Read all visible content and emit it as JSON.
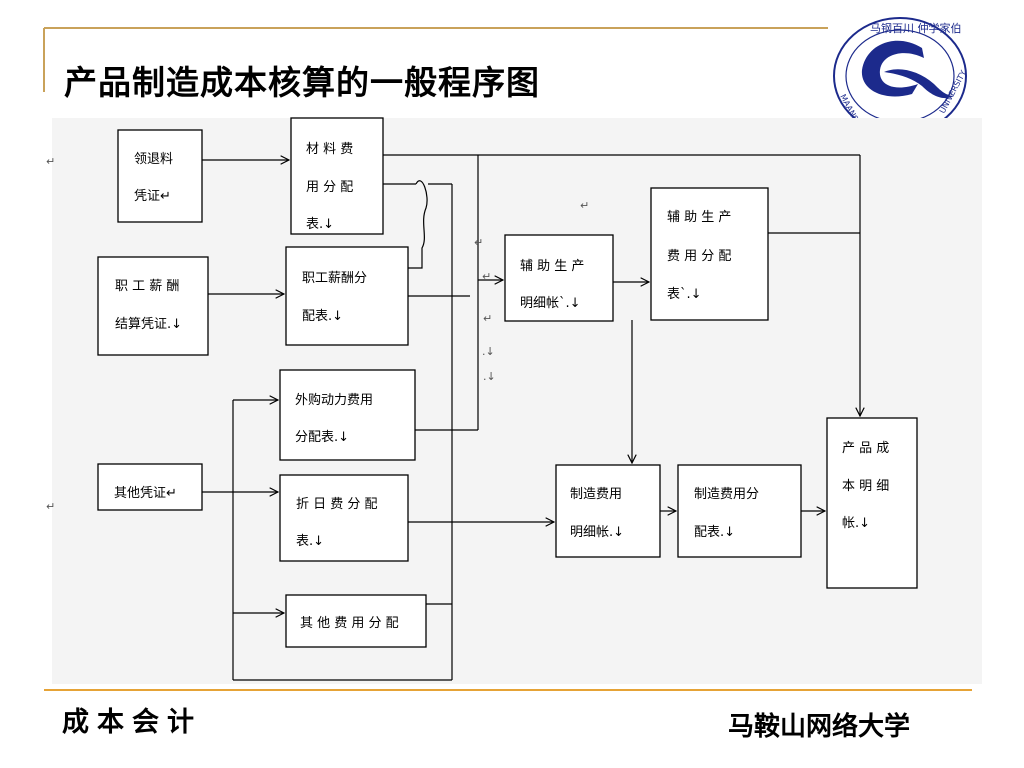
{
  "slide": {
    "title": "产品制造成本核算的一般程序图",
    "footer_left": "成本会计",
    "footer_right": "马鞍山网络大学"
  },
  "logo": {
    "text_top": "马钢百川 仲学家伯",
    "text_left": "MAANSH",
    "text_right": "UNIVERSITY",
    "accent_color": "#1c2a8c"
  },
  "colors": {
    "rule": "#e6a336",
    "frame": "#c9a25a",
    "panel": "#f4f4f4"
  },
  "diagram": {
    "nodes": {
      "lingtuiliao": [
        "领退料",
        "凭证↵"
      ],
      "zhigong": [
        "职 工 薪 酬",
        "结算凭证.↓"
      ],
      "qita_pz": [
        "其他凭证↵"
      ],
      "cailiao": [
        "材 料 费",
        "用 分 配",
        "表.↓"
      ],
      "xinchou": [
        "职工薪酬分",
        "配表.↓"
      ],
      "waigou": [
        "外购动力费用",
        "分配表.↓"
      ],
      "zhejiu": [
        "折 日 费 分 配",
        "表.↓"
      ],
      "qita_fy": [
        "其 他 费 用 分 配"
      ],
      "fuzhu_mx": [
        "辅 助 生 产",
        "明细帐`.↓"
      ],
      "fuzhu_fp": [
        "辅 助 生 产",
        "费 用 分 配",
        "表`.↓"
      ],
      "zhizao_mx": [
        "制造费用",
        "明细帐.↓"
      ],
      "zhizao_fp": [
        "制造费用分",
        "配表.↓"
      ],
      "chanpin": [
        "产 品 成",
        "本 明 细",
        "帐.↓"
      ]
    },
    "stray_marks": [
      "↵",
      "↵",
      "↵",
      "↵",
      ".↓",
      ".↓",
      "↵",
      "↵"
    ]
  }
}
